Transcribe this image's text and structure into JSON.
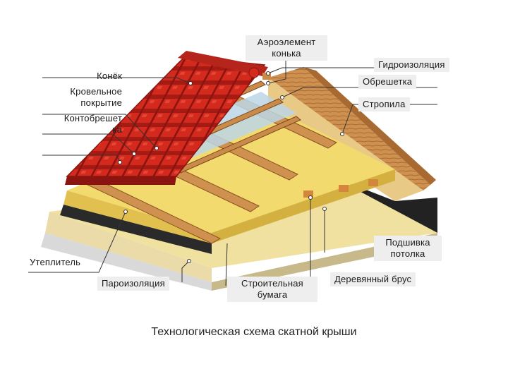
{
  "caption": "Технологическая схема скатной крыши",
  "labels": {
    "aero_element": [
      "Аэроэлемент",
      "конька"
    ],
    "ridge": "Конёк",
    "roof_covering": [
      "Кровельное",
      "покрытие"
    ],
    "counter_batten": [
      "Контобрешет",
      "ка"
    ],
    "waterproofing": "Гидроизоляция",
    "battens": "Обрешетка",
    "rafters": "Стропила",
    "ceiling_lining": [
      "Подшивка",
      "потолка"
    ],
    "wooden_beam": "Деревянный брус",
    "insulation": "Утеплитель",
    "vapor_barrier": "Пароизоляция",
    "building_paper": [
      "Строительная",
      "бумага"
    ]
  },
  "colors": {
    "tile_red": "#d42a1e",
    "tile_dark": "#8c1410",
    "wood": "#c98a4a",
    "wood_dark": "#8a5220",
    "insulation": "#f2da6e",
    "membrane_blue": "#bcd6e6",
    "ceiling": "#f5e6a6",
    "leader": "#333333"
  }
}
